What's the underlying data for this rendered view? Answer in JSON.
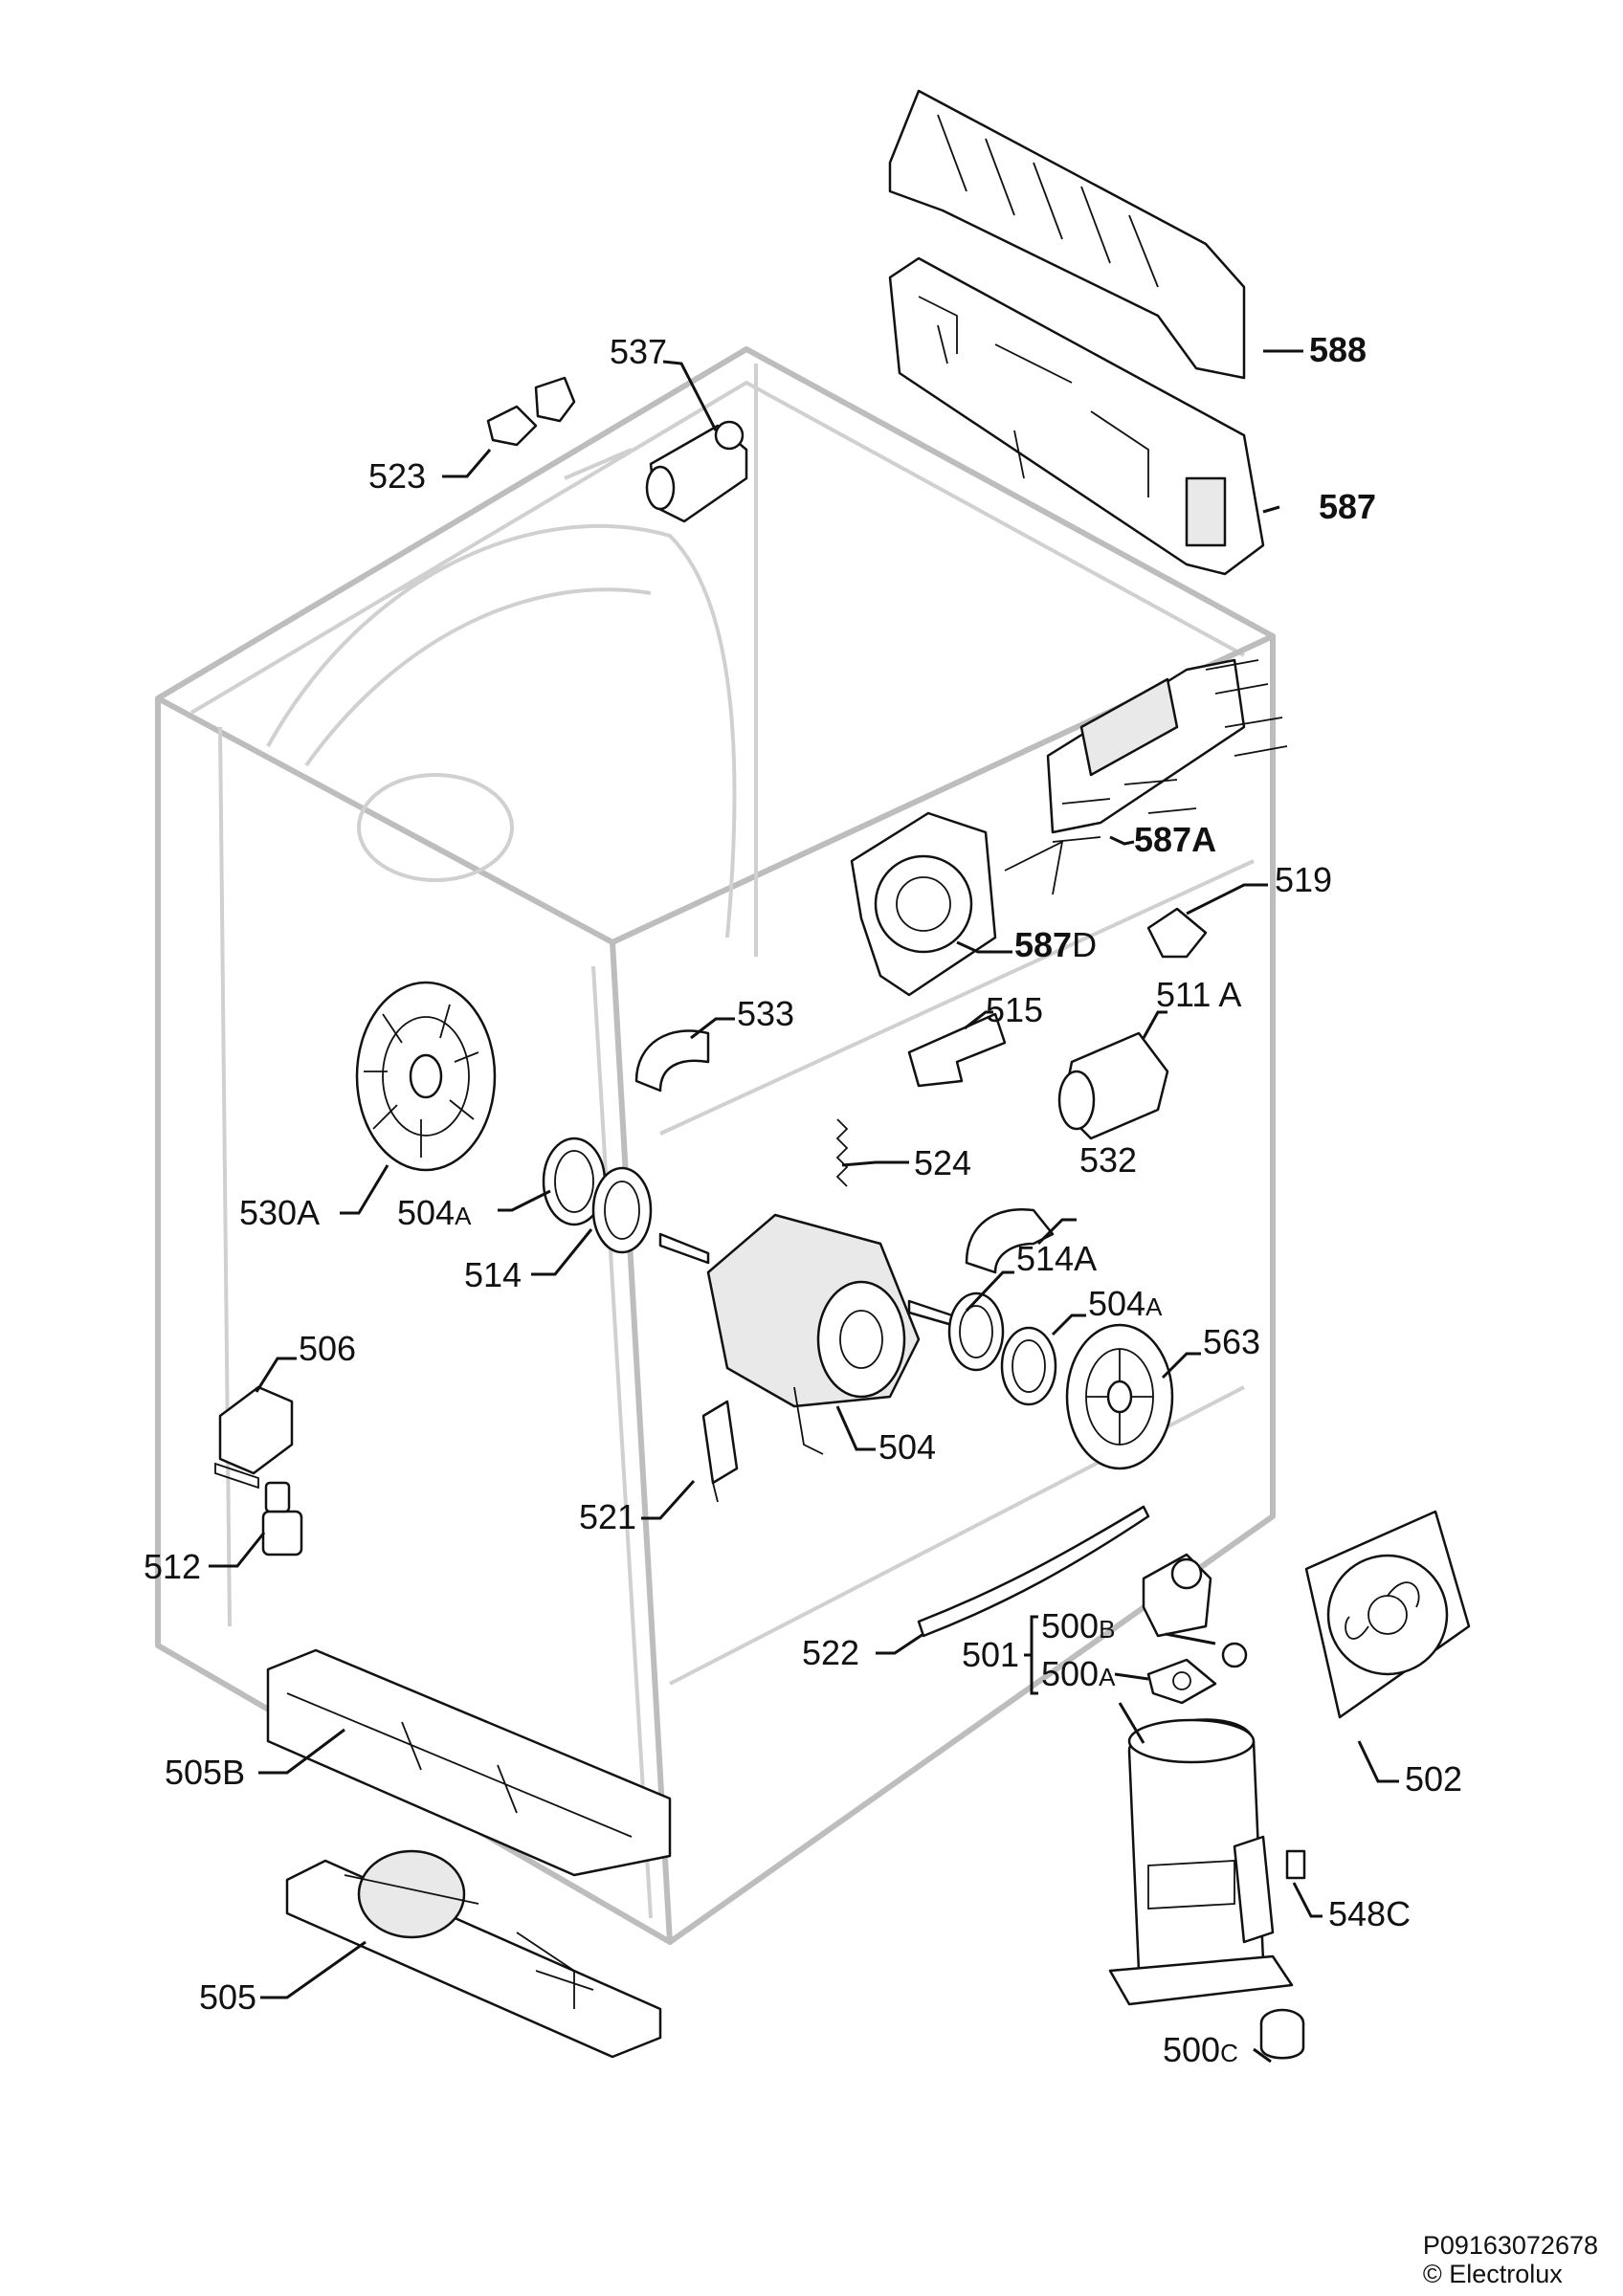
{
  "labels": {
    "l537": "537",
    "l523": "523",
    "l588": "588",
    "l587": "587",
    "l587A": "587A",
    "l519": "519",
    "l587D_num": "587",
    "l587D_suf": "D",
    "l533": "533",
    "l515": "515",
    "l511A": "511 A",
    "l530A": "530A",
    "l504A_l_num": "504",
    "l504A_l_suf": "A",
    "l524": "524",
    "l532": "532",
    "l514": "514",
    "l514A": "514A",
    "l504A_r_num": "504",
    "l504A_r_suf": "A",
    "l506": "506",
    "l563": "563",
    "l504": "504",
    "l521": "521",
    "l512": "512",
    "l500B_num": "500",
    "l500B_suf": "B",
    "l501": "501",
    "l500A_num": "500",
    "l500A_suf": "A",
    "l522": "522",
    "l502": "502",
    "l505B": "505B",
    "l548C": "548C",
    "l505": "505",
    "l500C_num": "500",
    "l500C_suf": "C"
  },
  "footer": {
    "code": "P09163072678",
    "copyright": "© Electrolux"
  }
}
